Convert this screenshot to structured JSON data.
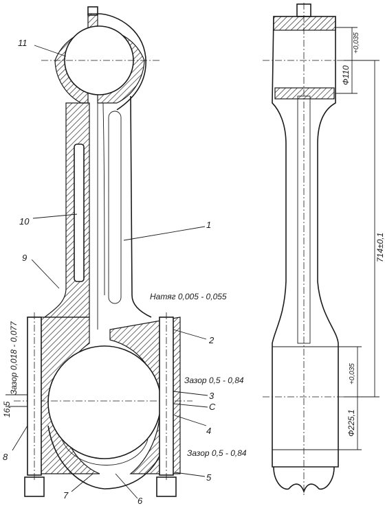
{
  "callouts": {
    "n1": "1",
    "n2": "2",
    "n3": "3",
    "n4": "4",
    "n5": "5",
    "n6": "6",
    "n7": "7",
    "n8": "8",
    "n9": "9",
    "n10": "10",
    "n11": "11",
    "nC": "С"
  },
  "notes": {
    "interference": "Натяг 0,005 - 0,055",
    "clearance_top": "Зазор 0,5 - 0,84",
    "clearance_bottom": "Зазор 0,5 - 0,84",
    "clearance_left": "Зазор 0,018 - 0,077",
    "dim_16": "16,5"
  },
  "dimensions": {
    "small_bore": "Ф110",
    "small_bore_tol": "+0,035",
    "center_distance": "714±0,1",
    "big_bore": "Ф225,1",
    "big_bore_tol": "+0,035"
  }
}
